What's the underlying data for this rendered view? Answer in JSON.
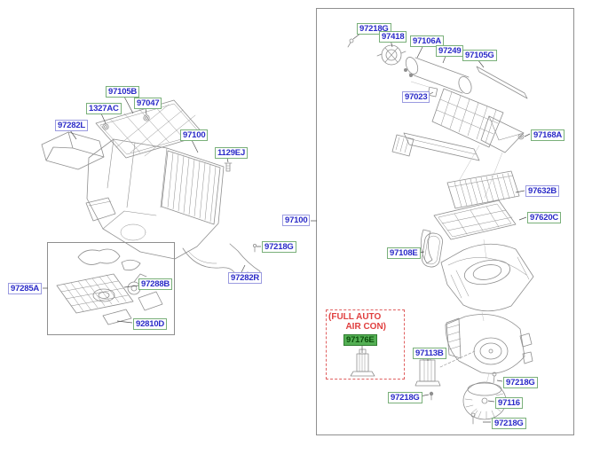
{
  "diagram": {
    "type": "exploded-parts-diagram",
    "subject": "HVAC heater and blower unit"
  },
  "annotation": {
    "line1": "(FULL AUTO",
    "line2": "AIR CON)"
  },
  "colors": {
    "label_text": "#2b2bc8",
    "label_border_green": "#7ab07a",
    "label_border_blue": "#9b9be0",
    "highlight_fill": "#54b054",
    "highlight_border": "#2f7d2f",
    "highlight_text": "#0b4d0b",
    "annotation_red": "#e04040",
    "frame_gray": "#8f8f8f",
    "art_gray": "#8f8f8f"
  },
  "labels": [
    {
      "text": "97105B",
      "variant": "green"
    },
    {
      "text": "1327AC",
      "variant": "green"
    },
    {
      "text": "97047",
      "variant": "green"
    },
    {
      "text": "97282L",
      "variant": "blue"
    },
    {
      "text": "97100",
      "variant": "green"
    },
    {
      "text": "1129EJ",
      "variant": "green"
    },
    {
      "text": "97100",
      "variant": "blue"
    },
    {
      "text": "97218G",
      "variant": "green"
    },
    {
      "text": "97282R",
      "variant": "blue"
    },
    {
      "text": "97285A",
      "variant": "blue"
    },
    {
      "text": "97288B",
      "variant": "green"
    },
    {
      "text": "92810D",
      "variant": "green"
    },
    {
      "text": "97218G",
      "variant": "green"
    },
    {
      "text": "97418",
      "variant": "green"
    },
    {
      "text": "97106A",
      "variant": "green"
    },
    {
      "text": "97249",
      "variant": "green"
    },
    {
      "text": "97105G",
      "variant": "green"
    },
    {
      "text": "97023",
      "variant": "blue"
    },
    {
      "text": "97168A",
      "variant": "green"
    },
    {
      "text": "97632B",
      "variant": "blue"
    },
    {
      "text": "97620C",
      "variant": "green"
    },
    {
      "text": "97108E",
      "variant": "green"
    },
    {
      "text": "97176E",
      "variant": "highlight"
    },
    {
      "text": "97113B",
      "variant": "green"
    },
    {
      "text": "97218G",
      "variant": "green"
    },
    {
      "text": "97218G",
      "variant": "green"
    },
    {
      "text": "97116",
      "variant": "green"
    },
    {
      "text": "97218G",
      "variant": "green"
    }
  ]
}
